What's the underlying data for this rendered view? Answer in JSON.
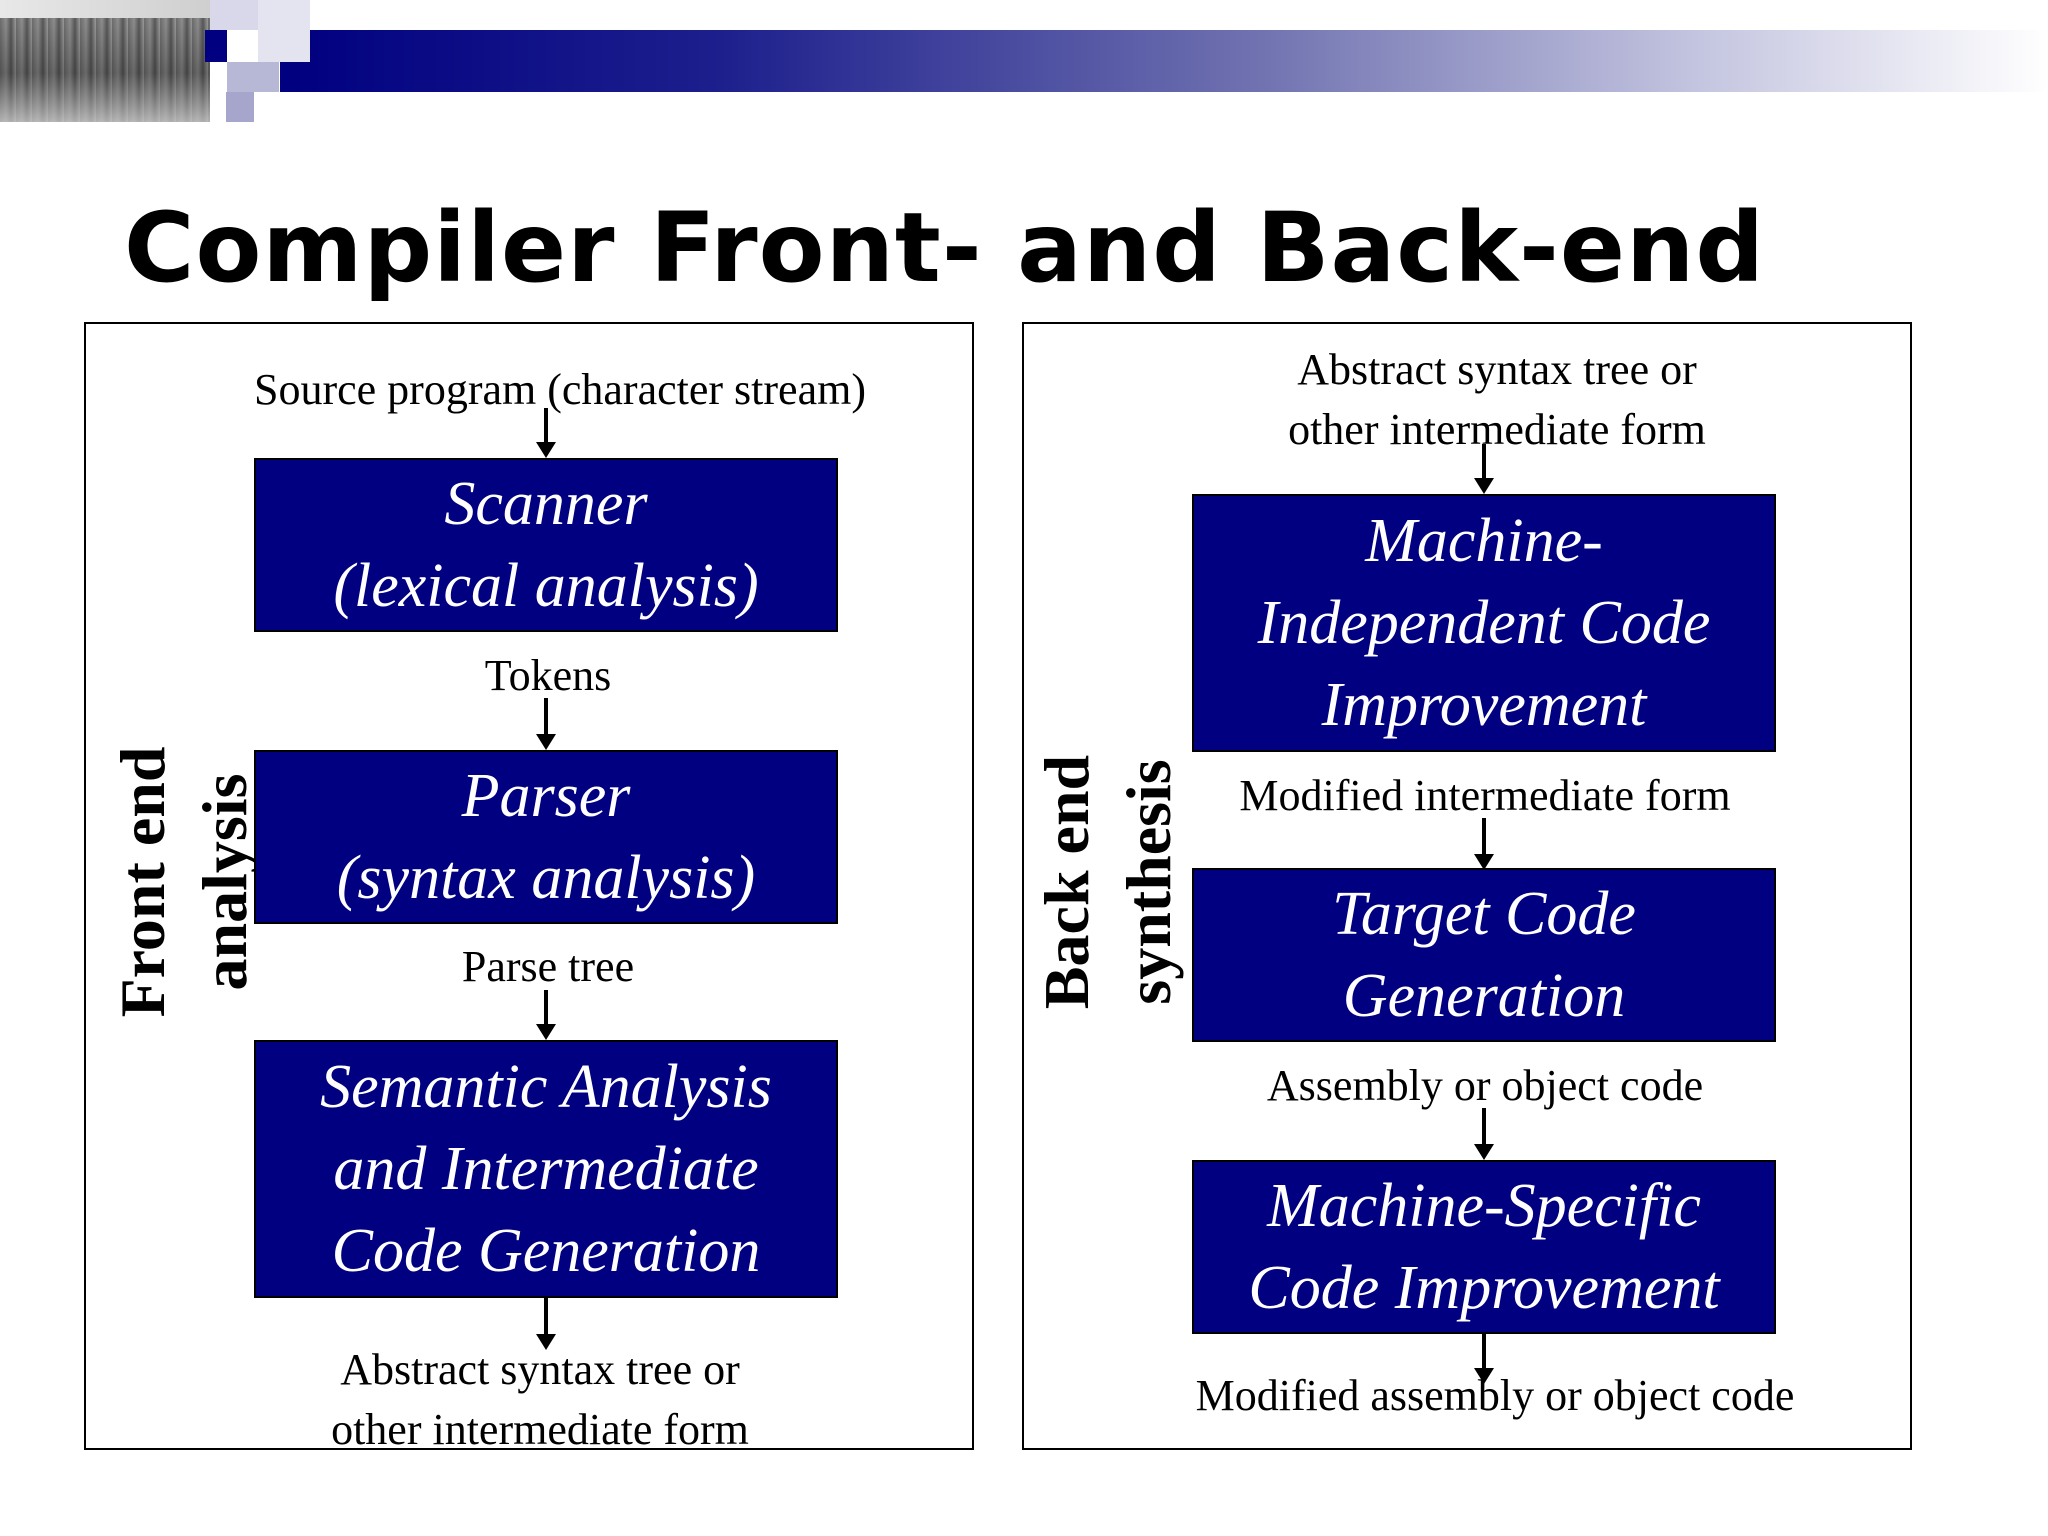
{
  "slide": {
    "title": "Compiler Front- and Back-end"
  },
  "front_end": {
    "side_label_line1": "Front end",
    "side_label_line2": "analysis",
    "input": "Source program (character stream)",
    "stages": [
      {
        "lines": [
          "Scanner",
          "(lexical analysis)"
        ]
      },
      {
        "lines": [
          "Parser",
          "(syntax analysis)"
        ]
      },
      {
        "lines": [
          "Semantic Analysis",
          "and Intermediate",
          "Code Generation"
        ]
      }
    ],
    "edges": [
      "Tokens",
      "Parse tree"
    ],
    "output_line1": "Abstract syntax tree or",
    "output_line2": "other intermediate form"
  },
  "back_end": {
    "side_label_line1": "Back end",
    "side_label_line2": "synthesis",
    "input_line1": "Abstract syntax tree or",
    "input_line2": "other intermediate form",
    "stages": [
      {
        "lines": [
          "Machine-",
          "Independent Code",
          "Improvement"
        ]
      },
      {
        "lines": [
          "Target Code",
          "Generation"
        ]
      },
      {
        "lines": [
          "Machine-Specific",
          "Code Improvement"
        ]
      }
    ],
    "edges": [
      "Modified intermediate form",
      "Assembly or object code"
    ],
    "output": "Modified assembly or object code"
  },
  "colors": {
    "box_fill": "#000080",
    "banner_start": "#000080"
  }
}
